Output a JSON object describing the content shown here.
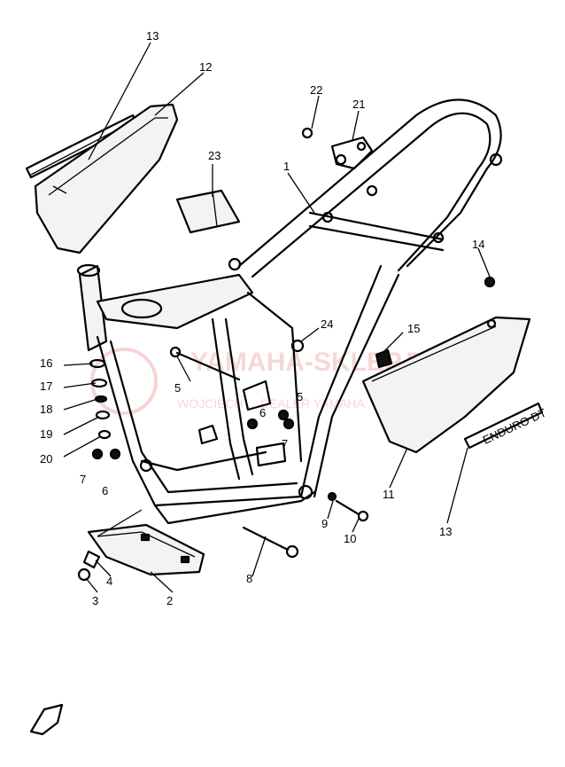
{
  "callouts": [
    "1",
    "2",
    "3",
    "4",
    "5",
    "6",
    "7",
    "8",
    "9",
    "10",
    "11",
    "12",
    "13",
    "14",
    "15",
    "16",
    "17",
    "18",
    "19",
    "20",
    "21",
    "22",
    "23",
    "24",
    "5",
    "6",
    "7",
    "6",
    "7",
    "13"
  ],
  "watermark": {
    "main": "YAMAHA-SKLEP.PL",
    "sub": "WOJCIECH ... DEALER YAMAHA"
  },
  "decal_text": "ENDURO DT",
  "colors": {
    "line": "#000000",
    "watermark": "#e88f8f"
  }
}
